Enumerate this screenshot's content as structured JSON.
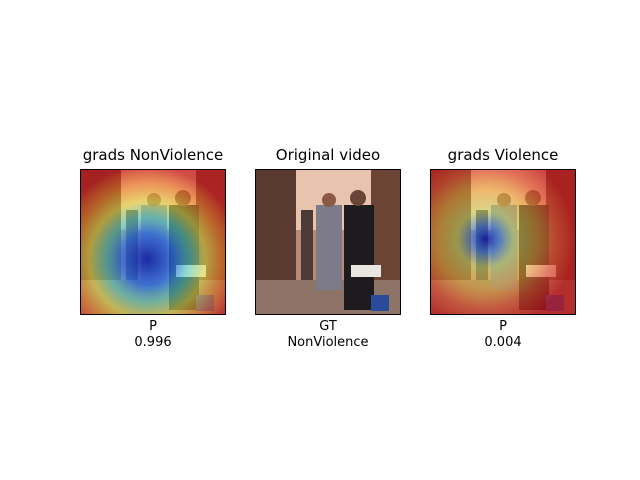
{
  "panels": [
    {
      "title": "grads NonViolence",
      "caption_label": "P",
      "caption_value": "0.996"
    },
    {
      "title": "Original video",
      "caption_label": "GT",
      "caption_value": "NonViolence"
    },
    {
      "title": "grads Violence",
      "caption_label": "P",
      "caption_value": "0.004"
    }
  ]
}
